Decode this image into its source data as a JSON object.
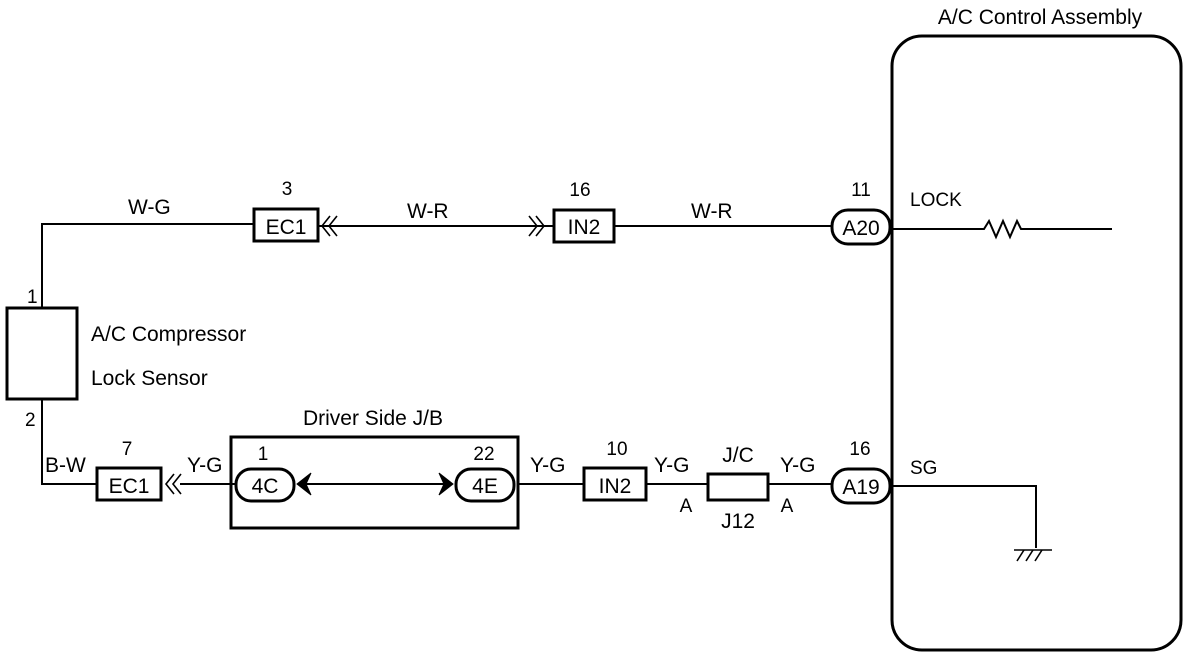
{
  "assembly": {
    "title": "A/C Control Assembly",
    "pin_lock": "LOCK",
    "pin_sg": "SG"
  },
  "sensor": {
    "line1": "A/C Compressor",
    "line2": "Lock Sensor",
    "pin_top": "1",
    "pin_bottom": "2"
  },
  "junction_block": {
    "title": "Driver Side J/B"
  },
  "junction_connector": {
    "label_top": "J/C",
    "label_bottom": "J12",
    "side_left": "A",
    "side_right": "A"
  },
  "top_circuit": {
    "wire_sensor": "W-G",
    "wire_mid": "W-R",
    "wire_right": "W-R",
    "conn_ec1": {
      "code": "EC1",
      "pin": "3"
    },
    "conn_in2": {
      "code": "IN2",
      "pin": "16"
    },
    "conn_a20": {
      "code": "A20",
      "pin": "11"
    }
  },
  "bottom_circuit": {
    "wire_sensor": "B-W",
    "wire_ec1": "Y-G",
    "wire_jb": "Y-G",
    "wire_in2": "Y-G",
    "wire_jc": "Y-G",
    "conn_ec1": {
      "code": "EC1",
      "pin": "7"
    },
    "conn_4c": {
      "code": "4C",
      "pin": "1"
    },
    "conn_4e": {
      "code": "4E",
      "pin": "22"
    },
    "conn_in2": {
      "code": "IN2",
      "pin": "10"
    },
    "conn_a19": {
      "code": "A19",
      "pin": "16"
    }
  }
}
